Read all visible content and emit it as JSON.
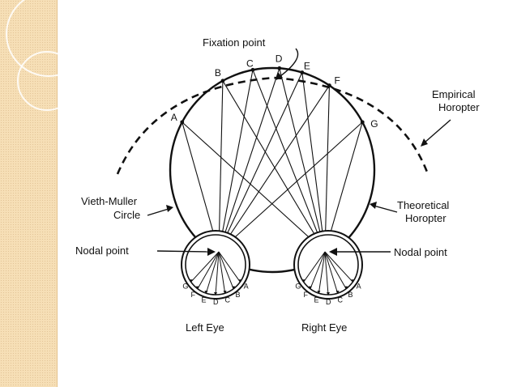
{
  "labels": {
    "fixation_point": "Fixation point",
    "empirical_horopter_1": "Empirical",
    "empirical_horopter_2": "Horopter",
    "vieth_muller_1": "Vieth-Muller",
    "vieth_muller_2": "Circle",
    "theoretical_horopter_1": "Theoretical",
    "theoretical_horopter_2": "Horopter",
    "nodal_point_left": "Nodal point",
    "nodal_point_right": "Nodal point",
    "left_eye": "Left Eye",
    "right_eye": "Right Eye"
  },
  "circle_points": [
    "A",
    "B",
    "C",
    "D",
    "E",
    "F",
    "G"
  ],
  "left_retina_letters": [
    "G",
    "F",
    "E",
    "D",
    "C",
    "B",
    "A"
  ],
  "right_retina_letters": [
    "G",
    "F",
    "E",
    "D",
    "C",
    "B",
    "A"
  ],
  "colors": {
    "ink": "#111111",
    "slide_strip": "#f6dfb6"
  }
}
